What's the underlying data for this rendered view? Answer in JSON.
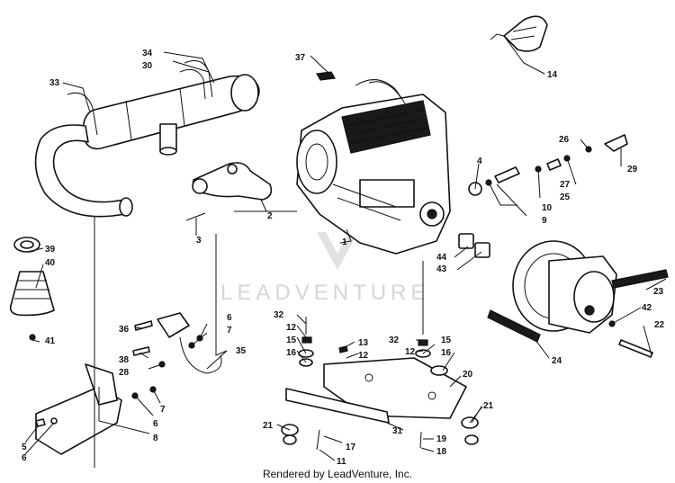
{
  "watermark": "LEADVENTURE",
  "footer": "Rendered by LeadVenture, Inc.",
  "callouts": {
    "c1": "1",
    "c2": "2",
    "c3": "3",
    "c4": "4",
    "c5": "5",
    "c6a": "6",
    "c6b": "6",
    "c6c": "6",
    "c7a": "7",
    "c7b": "7",
    "c8": "8",
    "c9": "9",
    "c10": "10",
    "c11": "11",
    "c12a": "12",
    "c12b": "12",
    "c12c": "12",
    "c13": "13",
    "c14": "14",
    "c15a": "15",
    "c15b": "15",
    "c16a": "16",
    "c16b": "16",
    "c17": "17",
    "c18": "18",
    "c19": "19",
    "c20": "20",
    "c21a": "21",
    "c21b": "21",
    "c22": "22",
    "c23": "23",
    "c24": "24",
    "c25": "25",
    "c26": "26",
    "c27": "27",
    "c28": "28",
    "c29": "29",
    "c30": "30",
    "c31": "31",
    "c32a": "32",
    "c32b": "32",
    "c33": "33",
    "c34": "34",
    "c35": "35",
    "c36": "36",
    "c37": "37",
    "c38": "38",
    "c39": "39",
    "c40": "40",
    "c41": "41",
    "c42": "42",
    "c43": "43",
    "c44": "44"
  }
}
